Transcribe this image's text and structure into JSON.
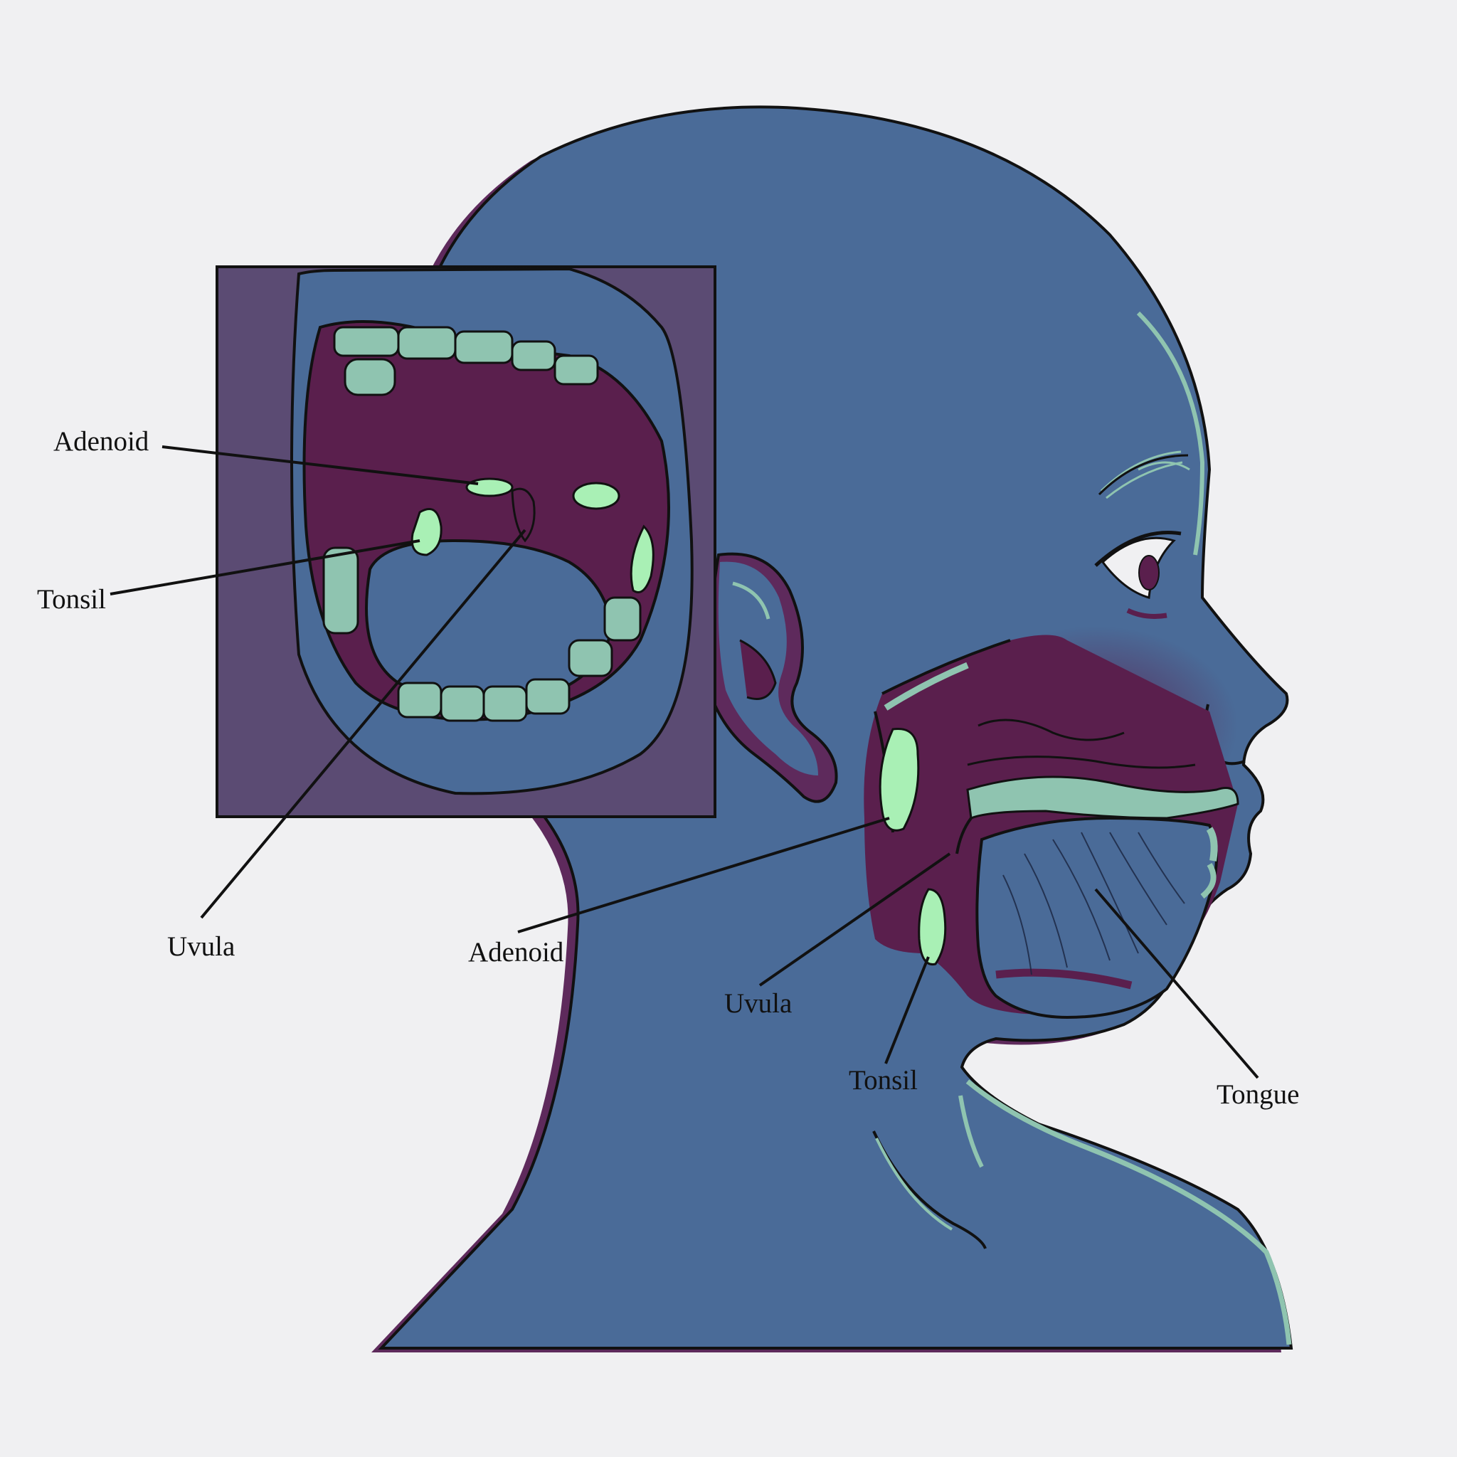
{
  "labels": {
    "inset_adenoid": "Adenoid",
    "inset_tonsil": "Tonsil",
    "inset_uvula": "Uvula",
    "side_adenoid": "Adenoid",
    "side_uvula": "Uvula",
    "side_tonsil": "Tonsil",
    "side_tongue": "Tongue"
  },
  "colors": {
    "background": "#f0f0f2",
    "skin": "#4a6b98",
    "shadow": "#5e2a5c",
    "inset_panel": "#5b4b73",
    "mouth_interior": "#5a1f4d",
    "teeth_mint": "#8fc4b0",
    "tissue_green": "#a9f0b5",
    "outline": "#111111"
  }
}
